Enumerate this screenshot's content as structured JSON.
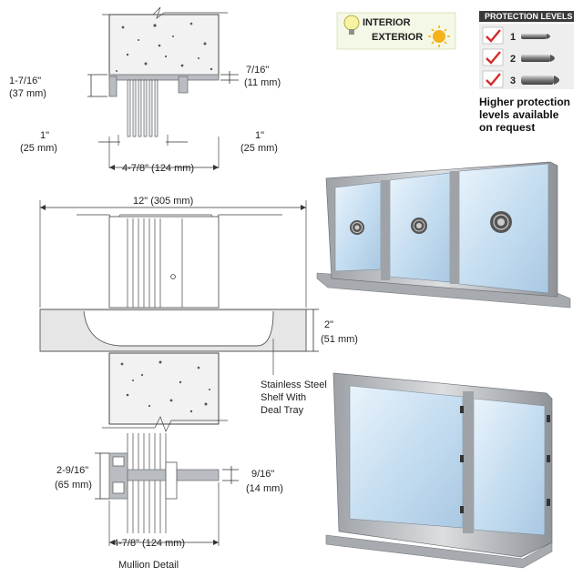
{
  "top_section": {
    "dim_left_height": "1-7/16\"",
    "dim_left_height_mm": "(37 mm)",
    "dim_right_height": "7/16\"",
    "dim_right_height_mm": "(11 mm)",
    "dim_left_gap": "1\"",
    "dim_left_gap_mm": "(25 mm)",
    "dim_right_gap": "1\"",
    "dim_right_gap_mm": "(25 mm)",
    "dim_width": "4-7/8\" (124 mm)"
  },
  "legend": {
    "interior_label": "INTERIOR",
    "exterior_label": "EXTERIOR",
    "protection_title": "PROTECTION LEVELS",
    "levels": [
      "1",
      "2",
      "3"
    ],
    "note_line1": "Higher protection",
    "note_line2": "levels available",
    "note_line3": "on request"
  },
  "shelf_section": {
    "dim_width": "12\" (305 mm)",
    "dim_height": "2\"",
    "dim_height_mm": "(51 mm)",
    "shelf_line1": "Stainless Steel",
    "shelf_line2": "Shelf With",
    "shelf_line3": "Deal Tray"
  },
  "mullion_section": {
    "dim_left_height": "2-9/16\"",
    "dim_left_height_mm": "(65 mm)",
    "dim_right_height": "9/16\"",
    "dim_right_height_mm": "(14 mm)",
    "dim_width": "4-7/8\" (124 mm)",
    "caption": "Mullion Detail"
  },
  "colors": {
    "glass": "#cfe3f3",
    "frame": "#b9bcc0",
    "check_red": "#d42a2a",
    "sun": "#f5b21b"
  },
  "icons": [
    "lightbulb-icon",
    "sun-icon",
    "checkmark-icon",
    "bullet-icon"
  ]
}
